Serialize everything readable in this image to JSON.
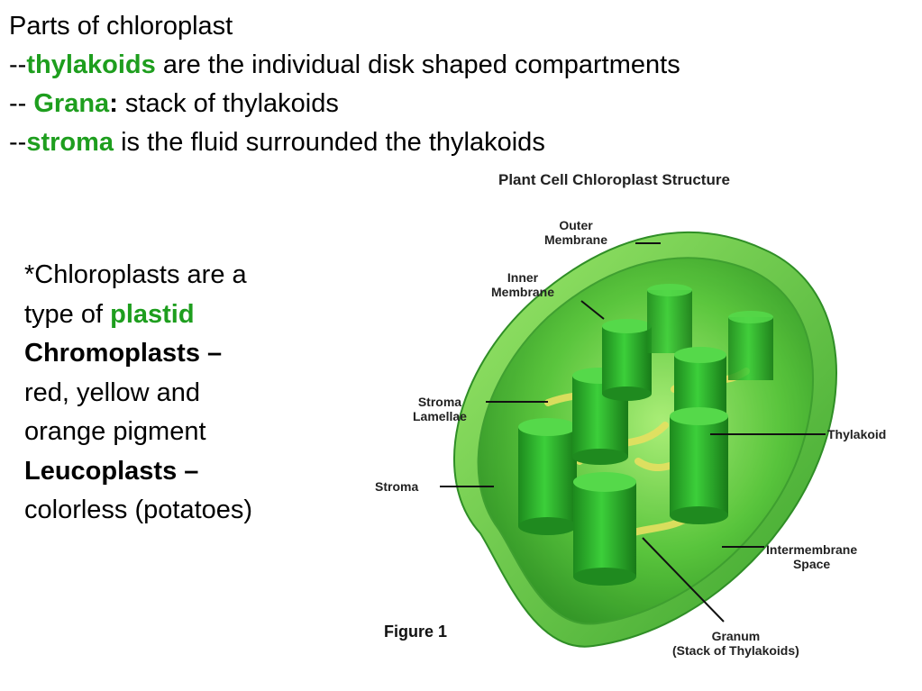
{
  "text": {
    "line1": "Parts of chloroplast",
    "line2_prefix": "--",
    "line2_term": "thylakoids",
    "line2_rest": " are the individual disk shaped compartments",
    "line3_prefix": "-- ",
    "line3_term": "Grana",
    "line3_colon": ":",
    "line3_rest": " stack of thylakoids",
    "line4_prefix": "--",
    "line4_term": "stroma",
    "line4_rest": " is the fluid surrounded the thylakoids"
  },
  "side": {
    "line1": "*Chloroplasts are a",
    "line2_prefix": "type of ",
    "line2_term": "plastid",
    "line3": "Chromoplasts –",
    "line4": "red, yellow and",
    "line5": "orange pigment",
    "line6": "Leucoplasts –",
    "line7": "colorless (potatoes)"
  },
  "figure": {
    "title": "Plant Cell Chloroplast Structure",
    "caption": "Figure 1",
    "labels": {
      "outer_membrane": [
        "Outer",
        "Membrane"
      ],
      "inner_membrane": [
        "Inner",
        "Membrane"
      ],
      "stroma_lamellae": [
        "Stroma",
        "Lamellae"
      ],
      "thylakoid": "Thylakoid",
      "stroma": "Stroma",
      "intermembrane_space": [
        "Intermembrane",
        "Space"
      ],
      "granum": [
        "Granum",
        "(Stack of Thylakoids)"
      ]
    }
  }
}
